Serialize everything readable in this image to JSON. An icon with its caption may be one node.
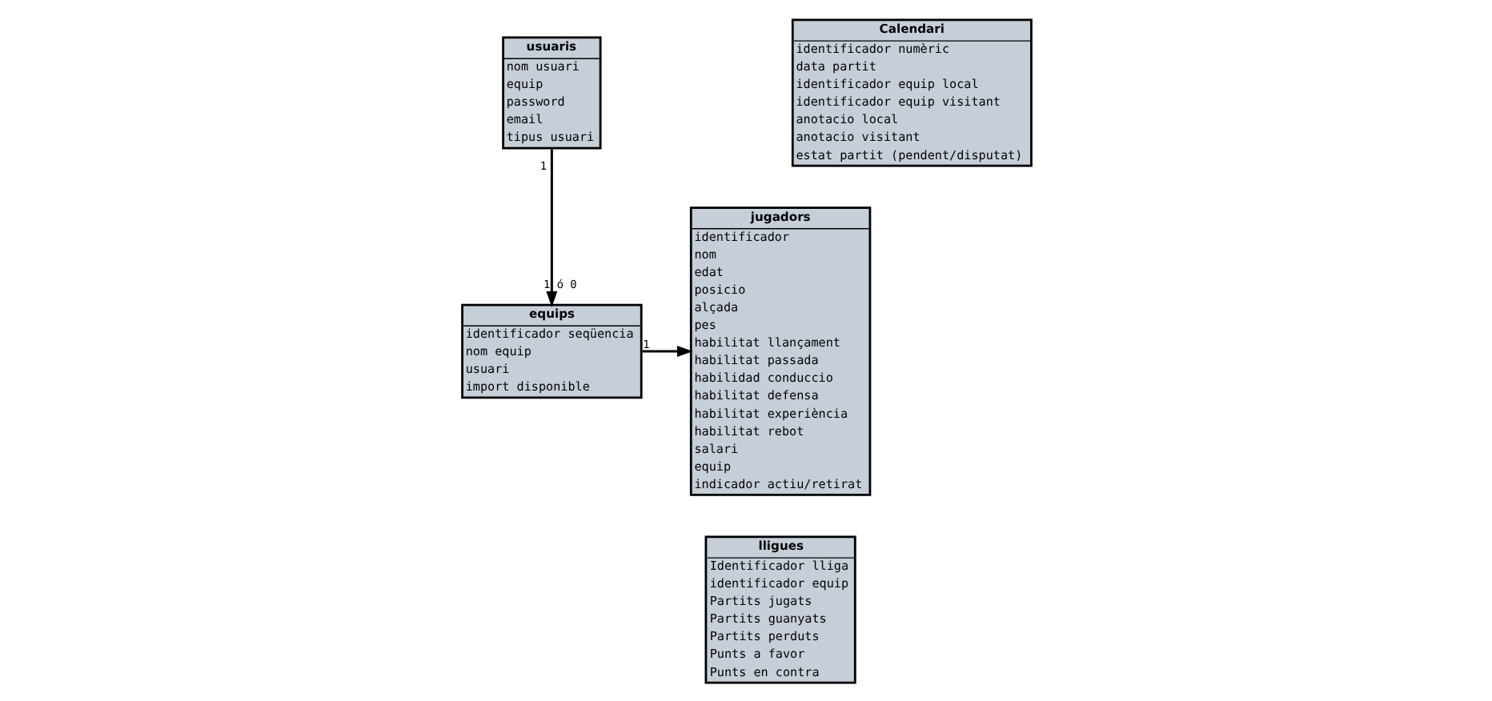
{
  "diagram": {
    "nodes": [
      {
        "text": [
          "usuaris",
          "nom usuari",
          "equip",
          "password",
          "email",
          "tipus usuari"
        ]
      },
      {
        "text": [
          "equips",
          "identificador seqüencia",
          "nom equip",
          "usuari",
          "import disponible"
        ]
      },
      {
        "text": [
          "jugadors",
          "identificador",
          "nom",
          "edat",
          "posicio",
          "alçada",
          "pes",
          "habilitat llançament",
          "habilitat passada",
          "habilidad conduccio",
          "habilitat defensa",
          "habilitat experiència",
          "habilitat rebot",
          "salari",
          "equip",
          "indicador actiu/retirat"
        ]
      },
      {
        "text": [
          "Calendari",
          "identificador numèric",
          "data partit",
          "identificador equip local",
          "identificador equip visitant",
          "anotacio local",
          "anotacio visitant",
          "estat partit (pendent/disputat)"
        ]
      },
      {
        "text": [
          "lligues",
          "Identificador lliga",
          "identificador equip",
          "Partits jugats",
          "Partits guanyats",
          "Partits perduts",
          "Punts a favor",
          "Punts en contra"
        ]
      }
    ],
    "edges": [
      {
        "from": 0,
        "to": 1,
        "arrow": "to"
      },
      {
        "from": 1,
        "to": 2,
        "arrow": "to"
      }
    ],
    "labels": [
      "1",
      "1 ó 0",
      "1"
    ]
  }
}
